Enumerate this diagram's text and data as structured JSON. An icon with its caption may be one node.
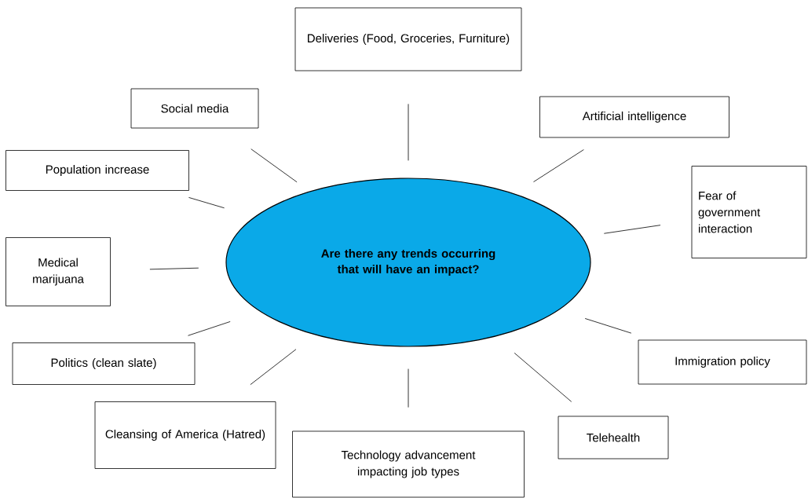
{
  "diagram": {
    "nodes": [
      {
        "text": [
          "Are there any trends occurring that will have an impact?"
        ]
      },
      {
        "text": [
          "Deliveries (Food, Groceries, Furniture)"
        ]
      },
      {
        "text": [
          "Social media"
        ]
      },
      {
        "text": [
          "Artificial intelligence"
        ]
      },
      {
        "text": [
          "Population increase"
        ]
      },
      {
        "text": [
          "Fear of government interaction"
        ]
      },
      {
        "text": [
          "Medical marijuana"
        ]
      },
      {
        "text": [
          "Immigration policy"
        ]
      },
      {
        "text": [
          "Politics (clean slate)"
        ]
      },
      {
        "text": [
          "Telehealth"
        ]
      },
      {
        "text": [
          "Cleansing of America (Hatred)"
        ]
      },
      {
        "text": [
          "Technology advancement impacting job types"
        ]
      }
    ],
    "edges": [
      {
        "from": 0,
        "to": 1,
        "arrow": "none"
      },
      {
        "from": 0,
        "to": 2,
        "arrow": "none"
      },
      {
        "from": 0,
        "to": 3,
        "arrow": "none"
      },
      {
        "from": 0,
        "to": 4,
        "arrow": "none"
      },
      {
        "from": 0,
        "to": 5,
        "arrow": "none"
      },
      {
        "from": 0,
        "to": 6,
        "arrow": "none"
      },
      {
        "from": 0,
        "to": 7,
        "arrow": "none"
      },
      {
        "from": 0,
        "to": 8,
        "arrow": "none"
      },
      {
        "from": 0,
        "to": 9,
        "arrow": "none"
      },
      {
        "from": 0,
        "to": 10,
        "arrow": "none"
      },
      {
        "from": 0,
        "to": 11,
        "arrow": "none"
      }
    ]
  }
}
